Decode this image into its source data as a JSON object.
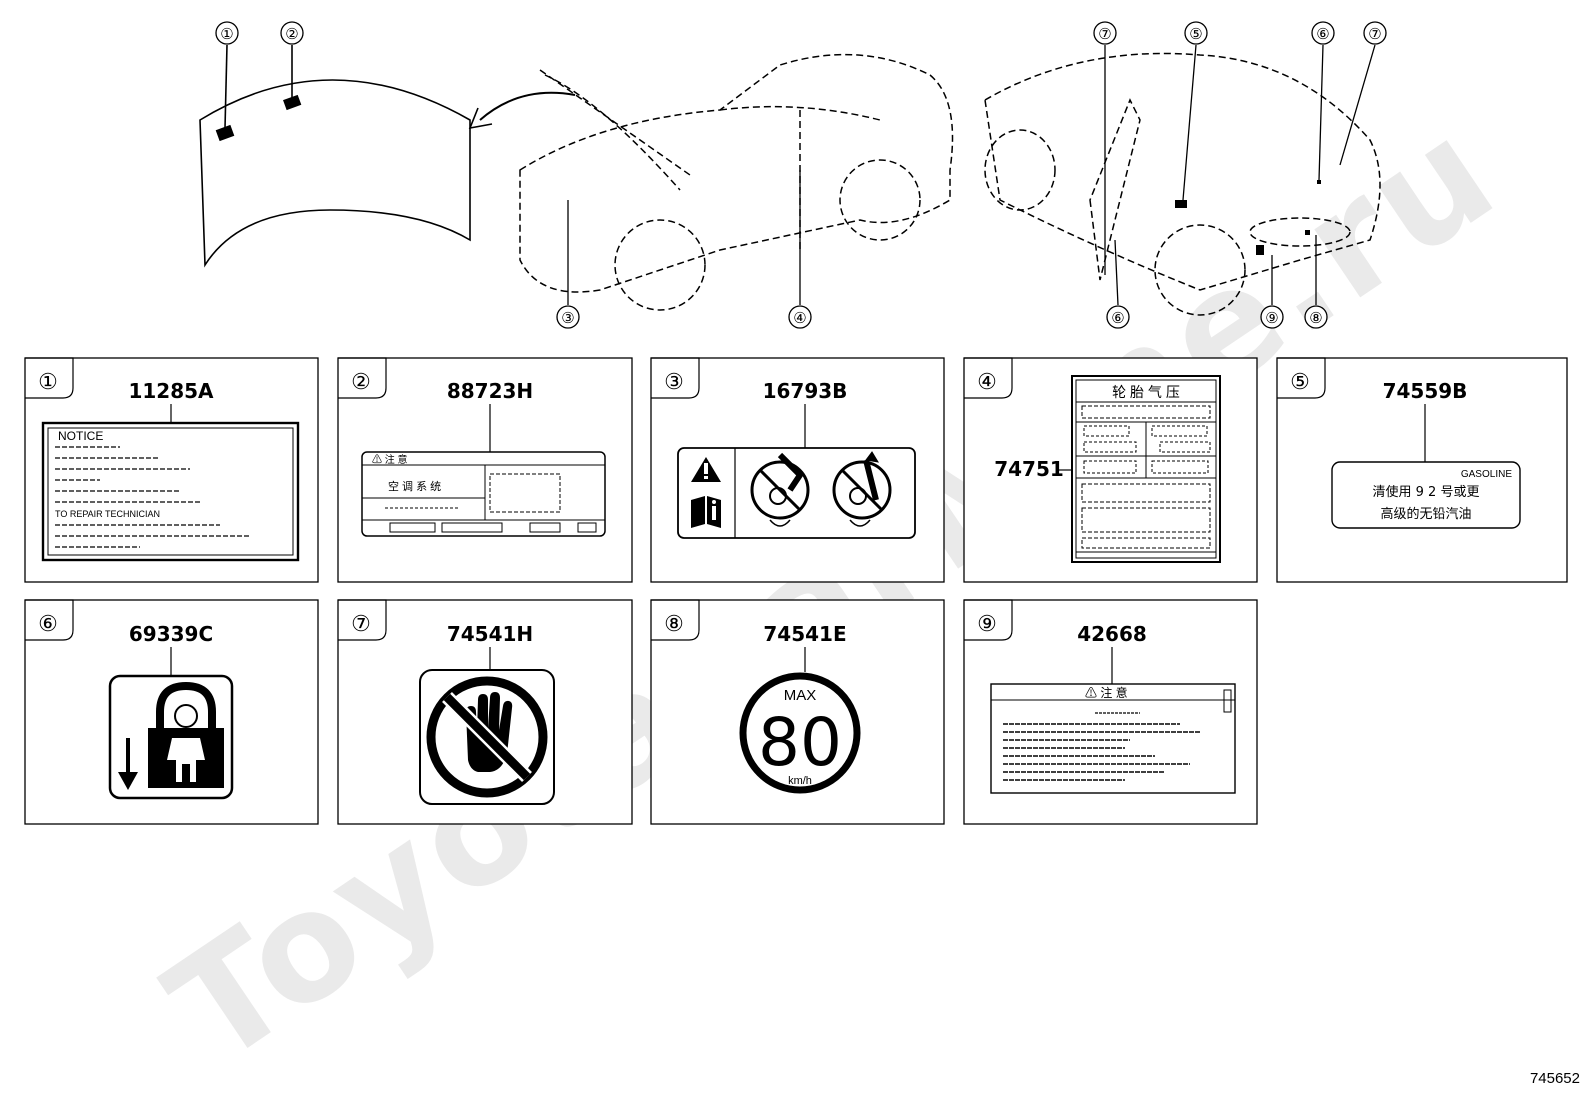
{
  "watermark": "ToyotaCarMine.ru",
  "document_number": "745652",
  "callouts_top": [
    "①",
    "②",
    "⑦",
    "⑤",
    "⑥",
    "⑦"
  ],
  "callouts_bottom": [
    "③",
    "④",
    "⑥",
    "⑨",
    "⑧"
  ],
  "panels": [
    {
      "index": "①",
      "part": "11285A",
      "lines": [
        "NOTICE",
        "TO REPAIR TECHNICIAN"
      ]
    },
    {
      "index": "②",
      "part": "88723H",
      "lines": [
        "⚠ 注 意",
        "空 调 系 统"
      ]
    },
    {
      "index": "③",
      "part": "16793B",
      "lines": []
    },
    {
      "index": "④",
      "part": "74751",
      "lines": [
        "轮 胎 气 压"
      ]
    },
    {
      "index": "⑤",
      "part": "74559B",
      "lines": [
        "GASOLINE",
        "清使用 9 2 号或更",
        "高级的无铅汽油"
      ]
    },
    {
      "index": "⑥",
      "part": "69339C",
      "lines": []
    },
    {
      "index": "⑦",
      "part": "74541H",
      "lines": []
    },
    {
      "index": "⑧",
      "part": "74541E",
      "lines": [
        "MAX",
        "80",
        "km/h"
      ]
    },
    {
      "index": "⑨",
      "part": "42668",
      "lines": [
        "⚠ 注 意"
      ]
    }
  ]
}
